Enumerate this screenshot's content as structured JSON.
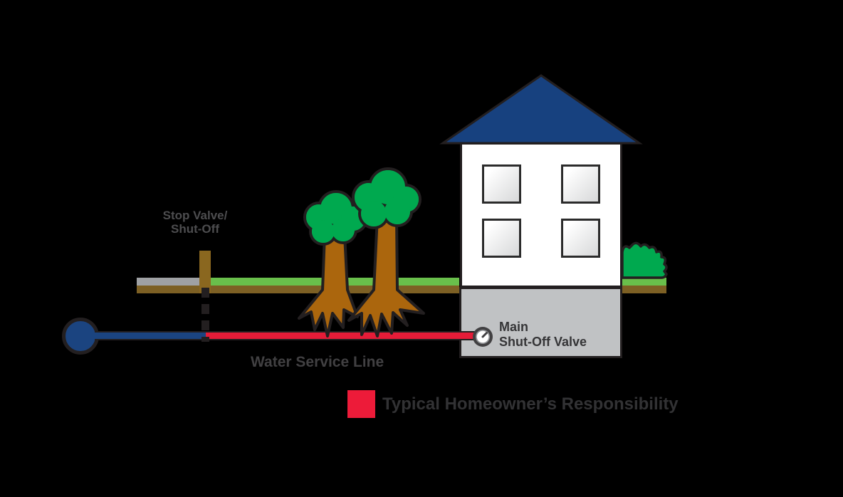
{
  "labels": {
    "stop_valve_line1": "Stop Valve/",
    "stop_valve_line2": "Shut-Off",
    "water_service_line": "Water Service Line",
    "main_valve_line1": "Main",
    "main_valve_line2": "Shut-Off Valve"
  },
  "legend": {
    "swatch_color": "#ed1b39",
    "label": "Typical Homeowner’s Responsibility"
  },
  "colors": {
    "background": "#000000",
    "roof_navy": "#17417f",
    "utility_pipe_blue": "#1b4480",
    "homeowner_pipe_red": "#e51c38",
    "grass_green": "#69bf4b",
    "soil_brown": "#7d6024",
    "tree_canopy_green": "#00a94f",
    "tree_trunk_brown": "#ab660d",
    "sidewalk_gray": "#9fa1a4",
    "basement_gray": "#c0c2c4",
    "valve_ring_gray": "#414042",
    "outline_dark": "#231f20"
  },
  "icons": {
    "water_main": "filled navy circle with dark outline",
    "main_shut_off_valve": "round gauge with needle",
    "legend_swatch": "red square"
  }
}
